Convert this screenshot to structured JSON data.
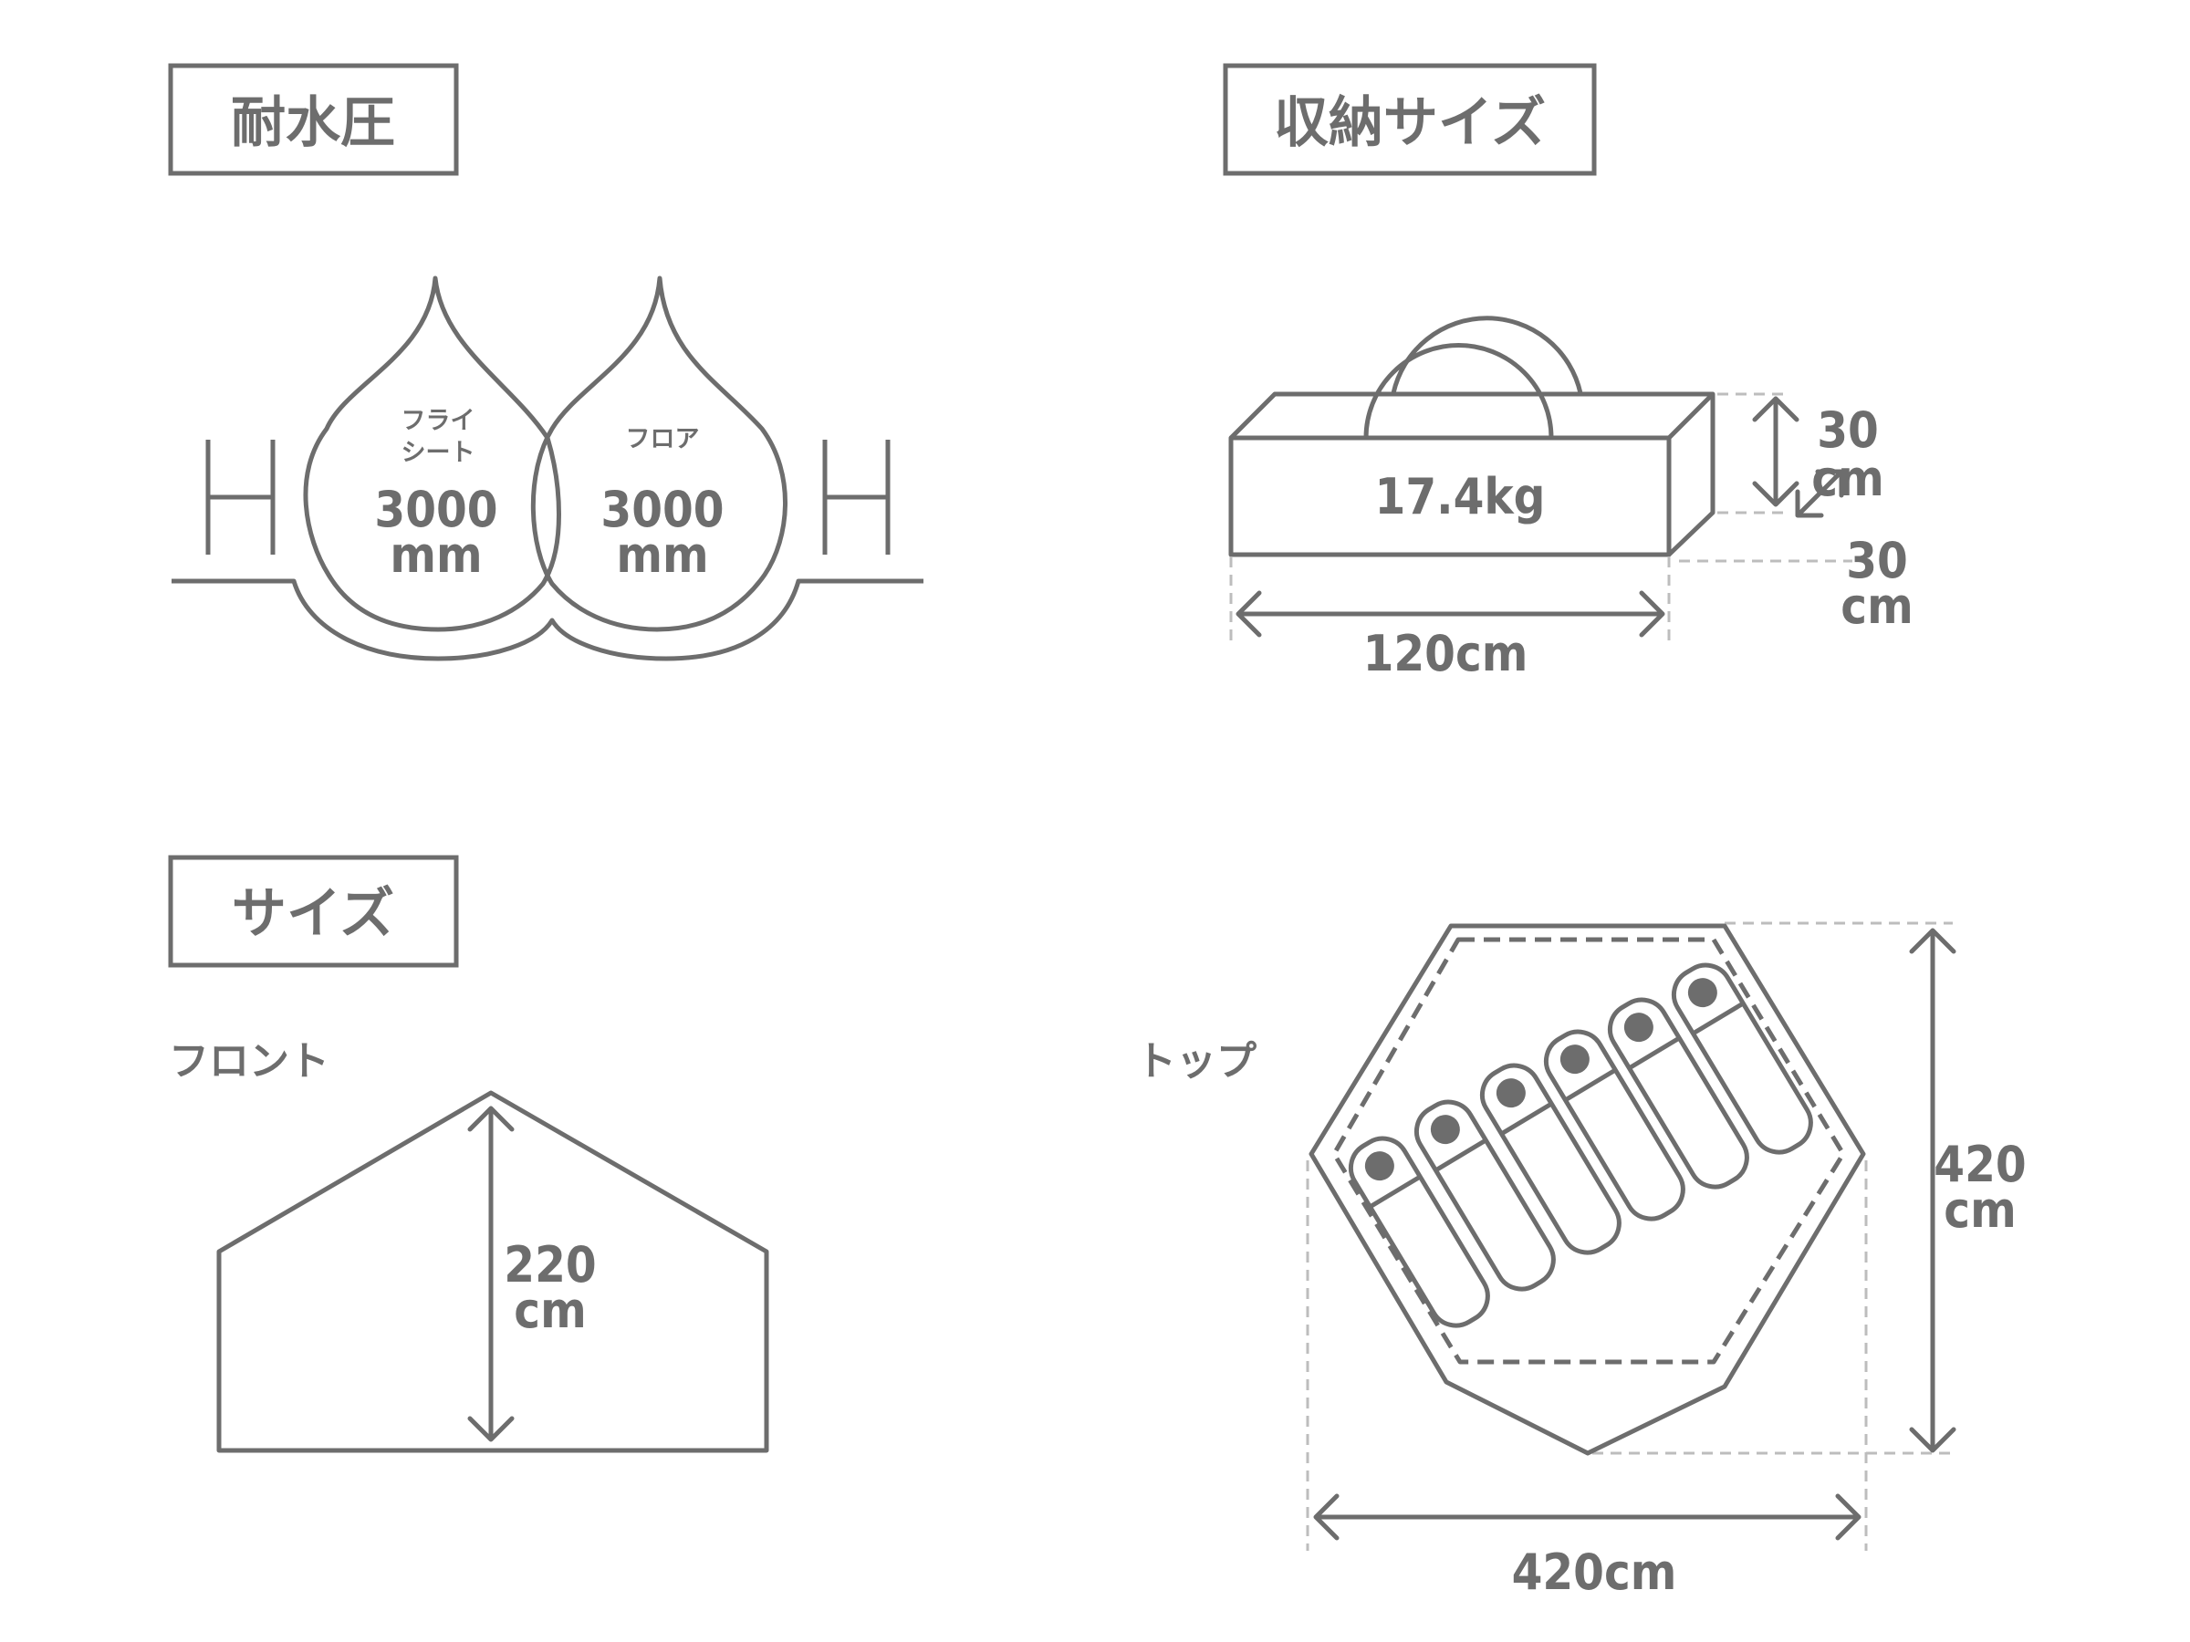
{
  "colors": {
    "stroke": "#6d6d6d",
    "dashed_guide": "#bdbdbd",
    "background": "#ffffff"
  },
  "sections": {
    "water_pressure": {
      "title": "耐水圧",
      "fly": {
        "label_line1": "フライ",
        "label_line2": "シート",
        "value": "3000",
        "unit": "mm"
      },
      "floor": {
        "label": "フロア",
        "value": "3000",
        "unit": "mm"
      }
    },
    "storage_size": {
      "title": "収納サイズ",
      "weight": "17.4kg",
      "length": "120cm",
      "height_value": "30",
      "height_unit": "cm",
      "depth_value": "30",
      "depth_unit": "cm"
    },
    "size": {
      "title": "サイズ",
      "front": {
        "label": "フロント",
        "height_value": "220",
        "height_unit": "cm"
      },
      "top": {
        "label": "トップ",
        "width": "420cm",
        "depth_value": "420",
        "depth_unit": "cm"
      }
    }
  }
}
